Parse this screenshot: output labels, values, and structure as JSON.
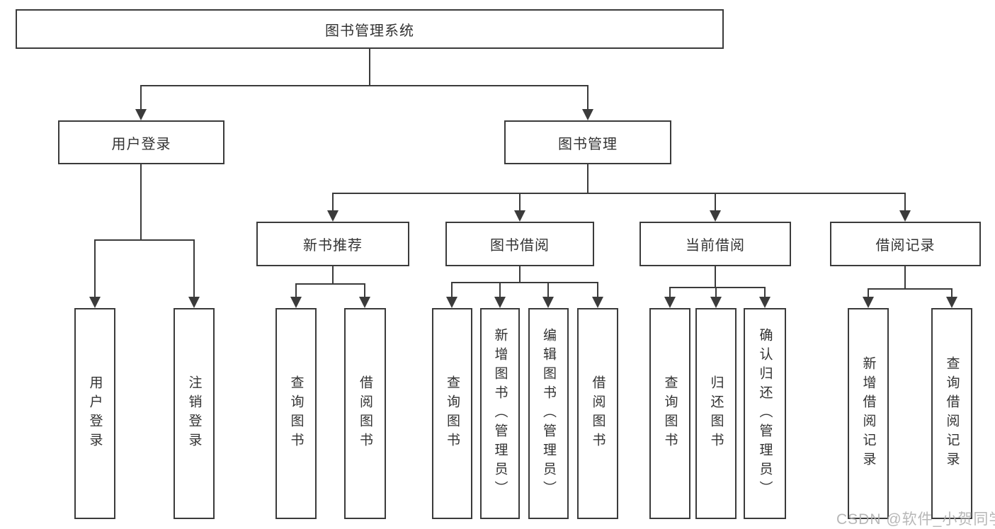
{
  "tree": {
    "root": "图书管理系统",
    "user_login": {
      "label": "用户登录",
      "children": [
        "用户登录",
        "注销登录"
      ]
    },
    "book_management": {
      "label": "图书管理",
      "children": [
        {
          "label": "新书推荐",
          "children": [
            "查询图书",
            "借阅图书"
          ]
        },
        {
          "label": "图书借阅",
          "children": [
            "查询图书",
            "新增图书（管理员）",
            "编辑图书（管理员）",
            "借阅图书"
          ]
        },
        {
          "label": "当前借阅",
          "children": [
            "查询图书",
            "归还图书",
            "确认归还（管理员）"
          ]
        },
        {
          "label": "借阅记录",
          "children": [
            "新增借阅记录",
            "查询借阅记录"
          ]
        }
      ]
    }
  },
  "watermark": "CSDN @软件_小贺同学",
  "colors": {
    "line": "#3b3b3b",
    "text": "#333333",
    "watermark": "#afafaf",
    "background": "#ffffff"
  }
}
